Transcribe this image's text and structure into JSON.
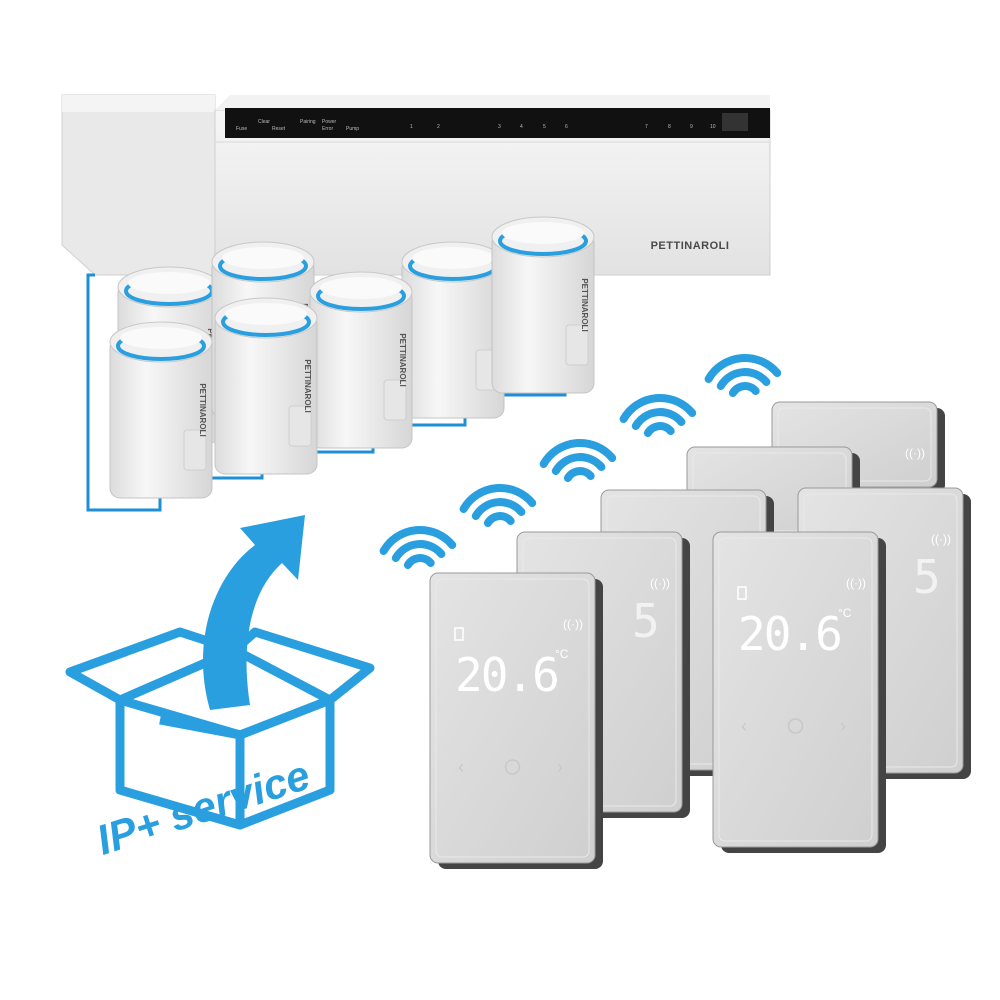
{
  "controller": {
    "brand": "PETTINAROLI",
    "panel_labels": [
      "Fuse",
      "Clear",
      "Reset",
      "Pairing",
      "Power",
      "Error",
      "Pump"
    ],
    "zone_numbers": [
      "1",
      "2",
      "3",
      "4",
      "5",
      "6",
      "7",
      "8",
      "9",
      "10"
    ]
  },
  "actuators": {
    "brand": "PETTINAROLI",
    "count": 7
  },
  "thermostats": {
    "count": 7,
    "temperature": "20.6",
    "unit": "°C"
  },
  "service_badge": {
    "text": "IP+ service",
    "color": "#2a9fe0"
  },
  "colors": {
    "accent": "#2a9fe0",
    "wire": "#1d8fd6",
    "controller_body": "#eeeeee",
    "thermostat_face": "#d9d9d9"
  }
}
